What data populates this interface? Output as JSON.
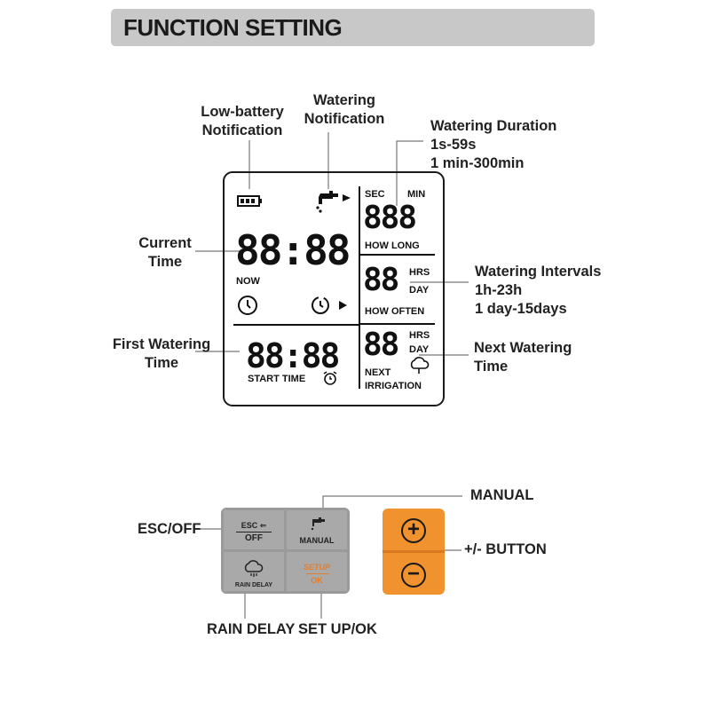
{
  "header": {
    "title": "FUNCTION SETTING"
  },
  "labels": {
    "low_battery": [
      "Low-battery",
      "Notification"
    ],
    "watering_notification": [
      "Watering",
      "Notification"
    ],
    "watering_duration": [
      "Watering Duration",
      "1s-59s",
      "1 min-300min"
    ],
    "current_time": [
      "Current",
      "Time"
    ],
    "watering_intervals": [
      "Watering Intervals",
      "1h-23h",
      "1 day-15days"
    ],
    "first_watering_time": [
      "First Watering",
      "Time"
    ],
    "next_watering_time": [
      "Next Watering",
      "Time"
    ],
    "manual": "MANUAL",
    "esc_off": "ESC/OFF",
    "plus_minus_button": "+/- BUTTON",
    "rain_delay": "RAIN DELAY",
    "setup_ok": "SET UP/OK"
  },
  "lcd": {
    "duration_sec": "SEC",
    "duration_min": "MIN",
    "duration_digits": "888",
    "duration_caption": "HOW LONG",
    "current_digits": "88:88",
    "now": "NOW",
    "interval_digits": "88",
    "interval_hrs": "HRS",
    "interval_day": "DAY",
    "interval_caption": "HOW OFTEN",
    "start_digits": "88:88",
    "start_caption": "START TIME",
    "next_digits": "88",
    "next_hrs": "HRS",
    "next_day": "DAY",
    "next_caption_1": "NEXT",
    "next_caption_2": "IRRIGATION"
  },
  "keypad": {
    "esc": "ESC",
    "off": "OFF",
    "manual": "MANUAL",
    "rain_delay": "RAIN DELAY",
    "setup": "SETUP",
    "ok": "OK",
    "plus": "+",
    "minus": "−"
  },
  "colors": {
    "accent": "#f0922e",
    "banner": "#c8c8c8",
    "keypad": "#9a9a9a",
    "setup_text": "#e87b2a"
  }
}
